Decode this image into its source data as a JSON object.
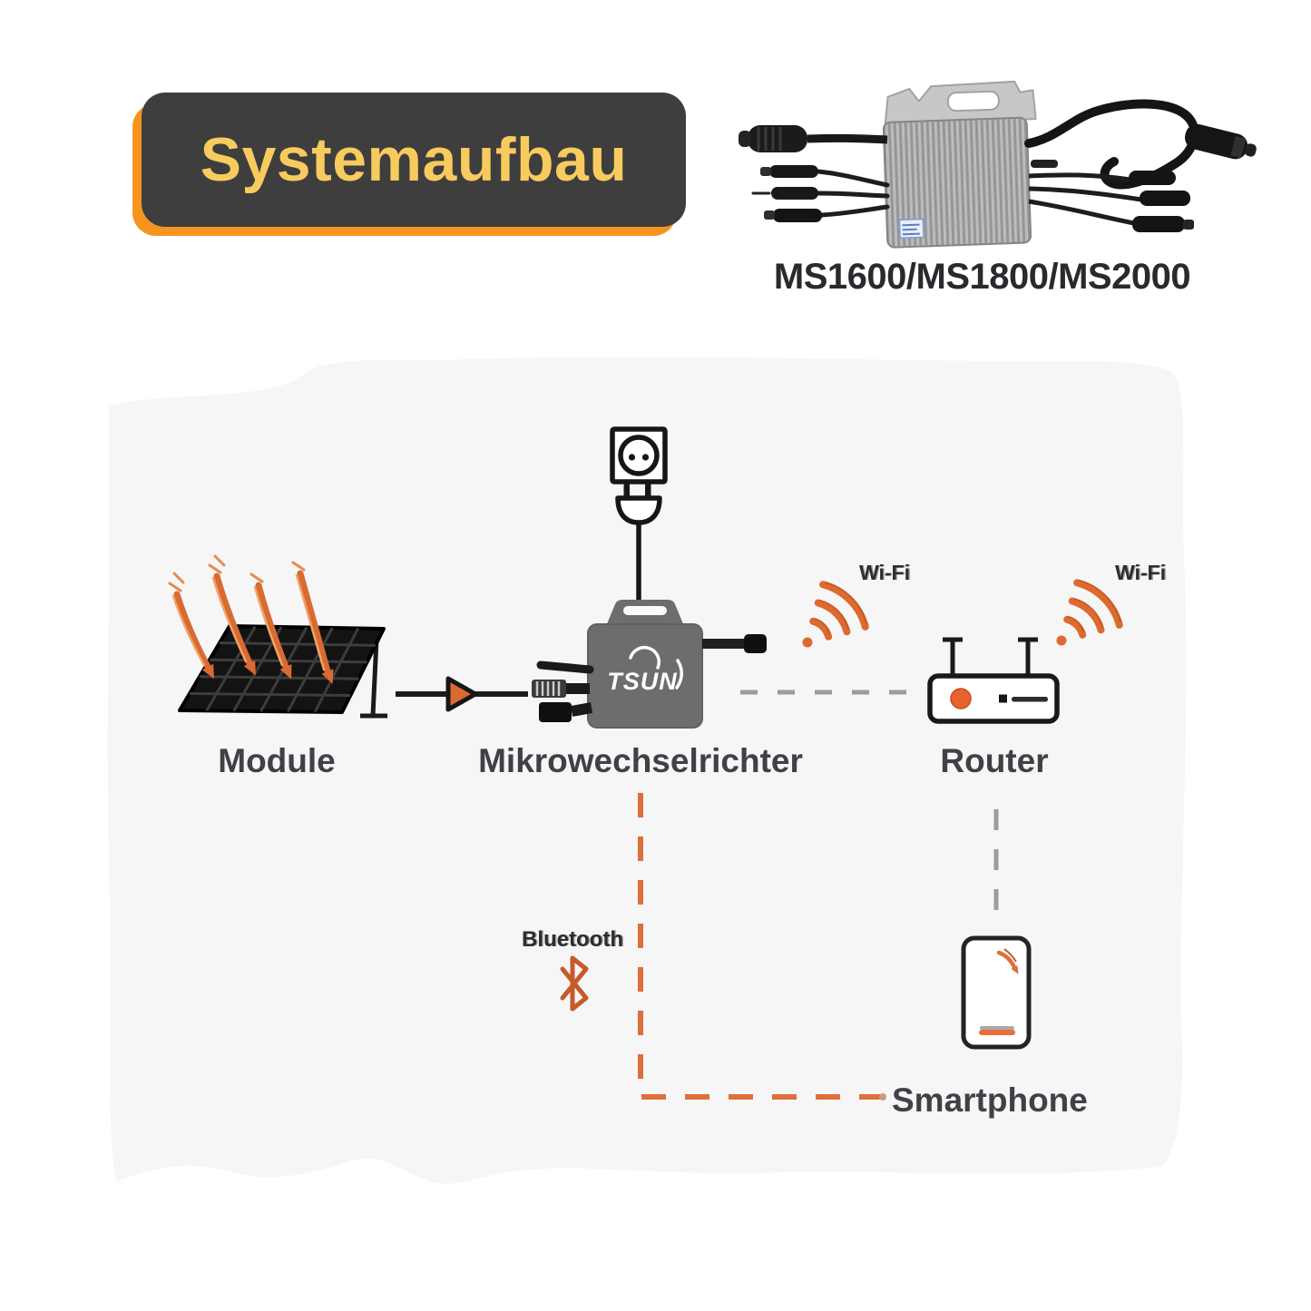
{
  "title": {
    "text": "Systemaufbau"
  },
  "product": {
    "model_label": "MS1600/MS1800/MS2000"
  },
  "diagram": {
    "module": {
      "label": "Module"
    },
    "inverter": {
      "label": "Mikrowechselrichter",
      "logo": "TSUN"
    },
    "router": {
      "label": "Router"
    },
    "smartphone": {
      "label": "Smartphone"
    },
    "wifi_left": {
      "label": "Wi-Fi"
    },
    "wifi_right": {
      "label": "Wi-Fi"
    },
    "bluetooth": {
      "label": "Bluetooth"
    }
  },
  "icons": {
    "solar-module-icon": "tilted black solar panel with orange sun rays",
    "flow-arrow-icon": "horizontal line with orange arrowhead",
    "power-outlet-icon": "schuko wall socket square",
    "power-plug-icon": "two-prong plug with cord",
    "microinverter-icon": "gray microinverter box with TSUN logo and cables",
    "wifi-signal-icon": "hand-drawn orange wifi arcs",
    "router-icon": "router box with two antennas and orange LED",
    "bluetooth-icon": "orange bluetooth rune",
    "smartphone-icon": "smartphone outline with orange marks",
    "product-photo-microinverter": "grayscale product photo of microinverter with cables"
  },
  "colors": {
    "accent_orange": "#F7941D",
    "sketch_orange": "#DE6F3B",
    "title_text": "#F8CB5E",
    "badge_background": "#3E3E3E",
    "label_text": "#404046",
    "dash_gray": "#9C9C9C",
    "paper": "#F6F6F7"
  }
}
